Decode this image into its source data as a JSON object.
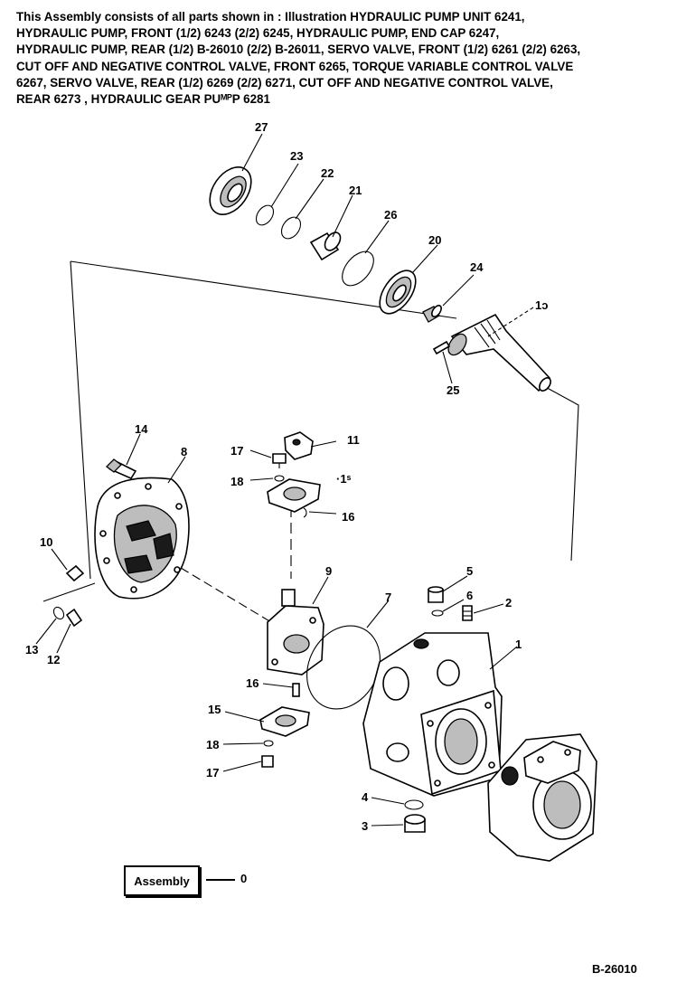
{
  "header": {
    "lines": [
      "This Assembly consists of all parts shown in : Illustration HYDRAULIC PUMP UNIT 6241,",
      "HYDRAULIC PUMP, FRONT (1/2) 6243  (2/2) 6245, HYDRAULIC PUMP, END CAP 6247,",
      "HYDRAULIC PUMP, REAR (1/2) B-26010 (2/2) B-26011, SERVO VALVE, FRONT (1/2) 6261 (2/2) 6263,",
      "CUT OFF AND NEGATIVE CONTROL VALVE, FRONT 6265, TORQUE VARIABLE CONTROL VALVE",
      "6267, SERVO VALVE, REAR (1/2) 6269 (2/2) 6271, CUT OFF AND  NEGATIVE CONTROL VALVE,",
      "REAR 6273 , HYDRAULIC GEAR PUᴹᴾP 6281"
    ]
  },
  "callouts": {
    "c27": "27",
    "c23": "23",
    "c22": "22",
    "c21": "21",
    "c26": "26",
    "c20": "20",
    "c24": "24",
    "c19": "1ɔ",
    "c25": "25",
    "c14": "14",
    "c8": "8",
    "c17a": "17",
    "c11": "11",
    "c18a": "18",
    "c15a": "·1ˢ",
    "c16a": "16",
    "c10": "10",
    "c9": "9",
    "c5": "5",
    "c6": "6",
    "c2": "2",
    "c7": "7",
    "c1": "1",
    "c13": "13",
    "c12": "12",
    "c16b": "16",
    "c15b": "15",
    "c18b": "18",
    "c17b": "17",
    "c4": "4",
    "c3": "3"
  },
  "assembly": {
    "label": "Assembly",
    "ref": "0"
  },
  "figure_id": "B-26010"
}
